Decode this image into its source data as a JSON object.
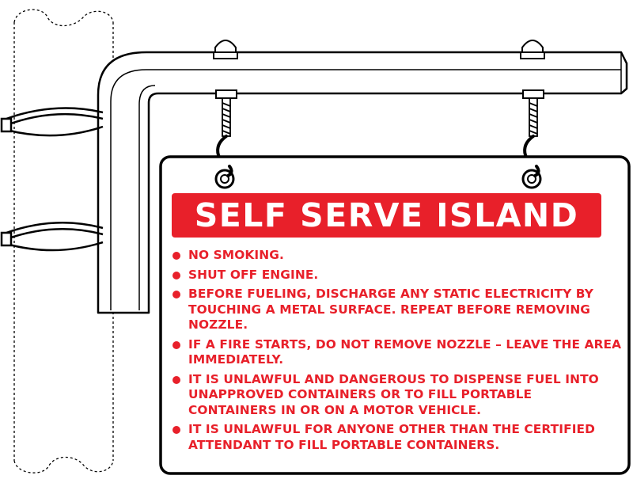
{
  "sign": {
    "title": "SELF SERVE ISLAND",
    "rules": [
      "NO SMOKING.",
      "SHUT OFF ENGINE.",
      "BEFORE FUELING, DISCHARGE ANY STATIC ELECTRICITY BY TOUCHING A METAL SURFACE. REPEAT BEFORE REMOVING NOZZLE.",
      "IF A FIRE STARTS, DO NOT REMOVE NOZZLE – LEAVE THE AREA IMMEDIATELY.",
      "IT IS UNLAWFUL AND DANGEROUS TO DISPENSE FUEL INTO UNAPPROVED CONTAINERS OR TO FILL PORTABLE CONTAINERS IN OR ON A MOTOR VEHICLE.",
      "IT IS UNLAWFUL FOR ANYONE OTHER THAN THE CERTIFIED ATTENDANT TO FILL PORTABLE CONTAINERS."
    ]
  },
  "colors": {
    "accent": "#e8202a",
    "outline": "#000000",
    "background": "#ffffff"
  }
}
